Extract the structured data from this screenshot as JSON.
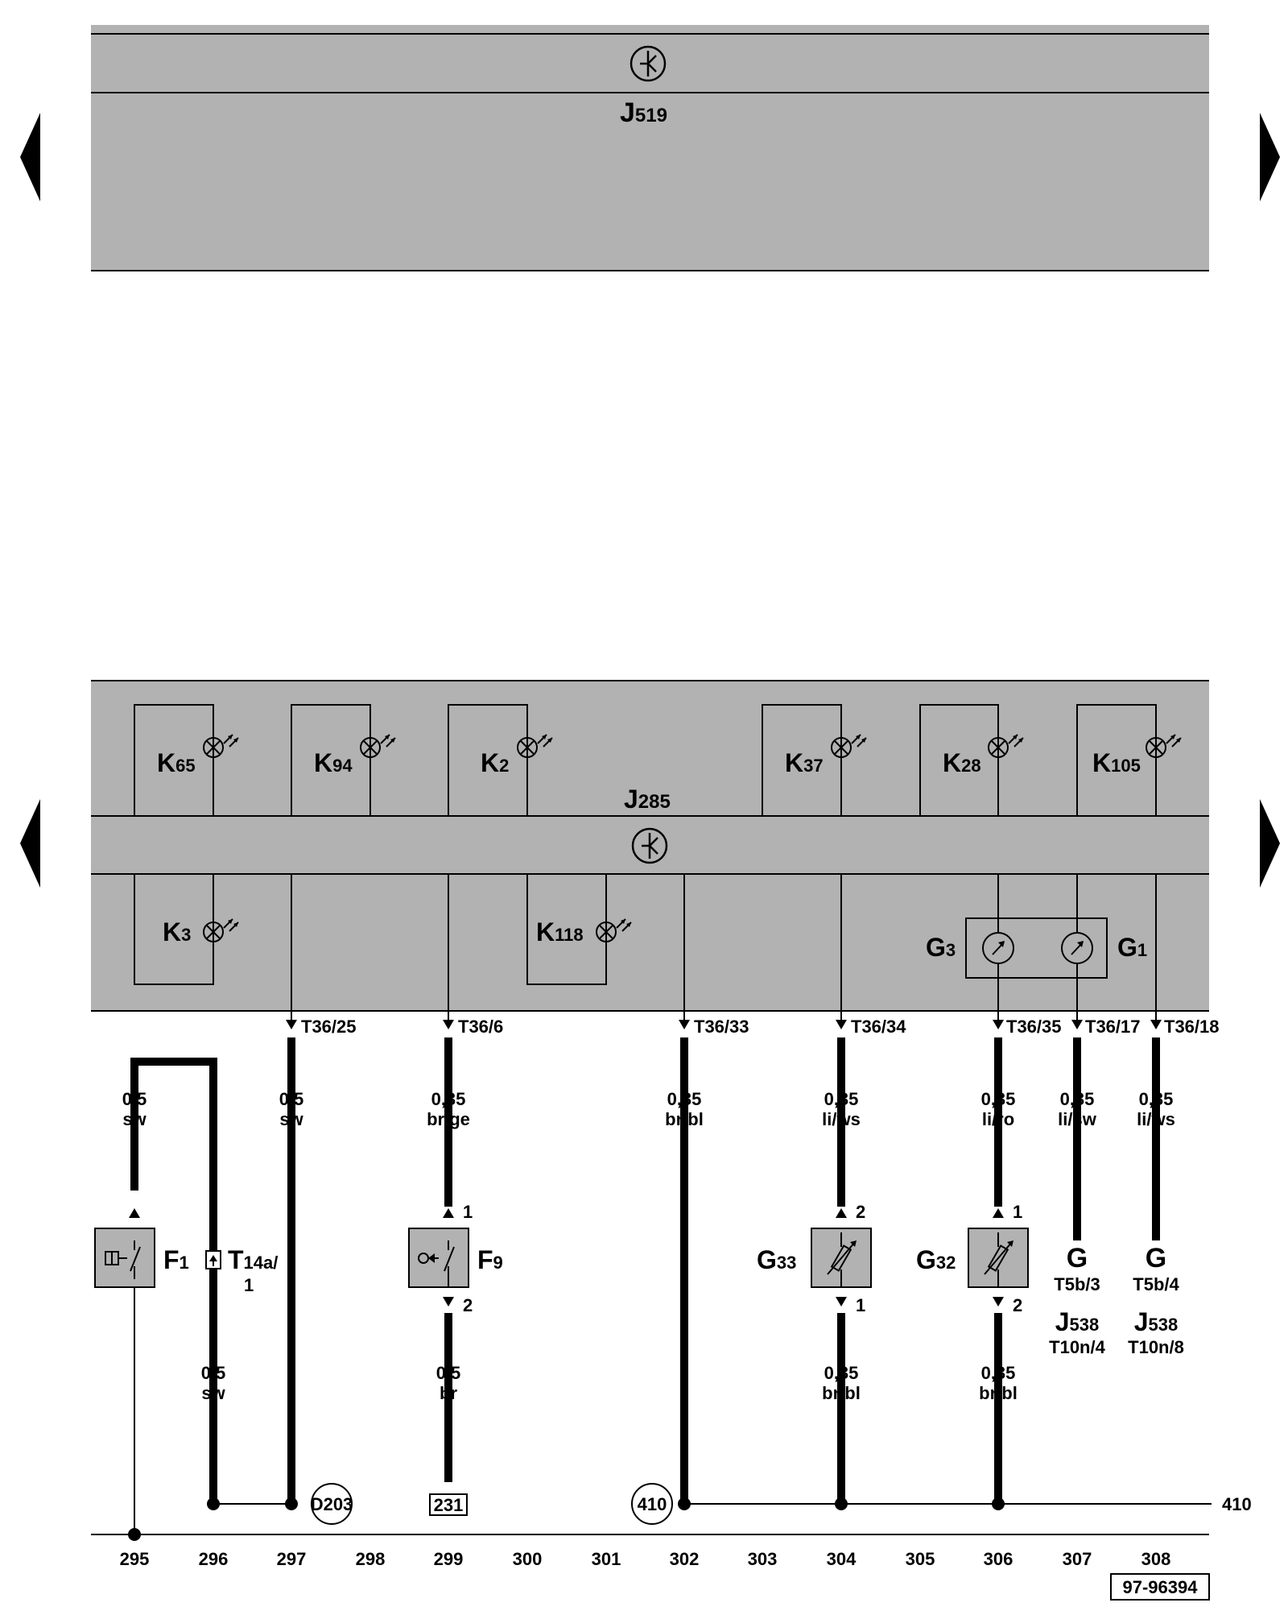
{
  "diagram": {
    "upper_unit": {
      "label": "J",
      "sub": "519"
    },
    "lower_unit": {
      "label": "J",
      "sub": "285"
    },
    "components": [
      {
        "id": "k65",
        "label": "K",
        "sub": "65"
      },
      {
        "id": "k94",
        "label": "K",
        "sub": "94"
      },
      {
        "id": "k2",
        "label": "K",
        "sub": "2"
      },
      {
        "id": "k37",
        "label": "K",
        "sub": "37"
      },
      {
        "id": "k28",
        "label": "K",
        "sub": "28"
      },
      {
        "id": "k105",
        "label": "K",
        "sub": "105"
      },
      {
        "id": "k3",
        "label": "K",
        "sub": "3"
      },
      {
        "id": "k118",
        "label": "K",
        "sub": "118"
      },
      {
        "id": "g3",
        "label": "G",
        "sub": "3"
      },
      {
        "id": "g1",
        "label": "G",
        "sub": "1"
      },
      {
        "id": "f1",
        "label": "F",
        "sub": "1"
      },
      {
        "id": "f9",
        "label": "F",
        "sub": "9"
      },
      {
        "id": "g33",
        "label": "G",
        "sub": "33"
      },
      {
        "id": "g32",
        "label": "G",
        "sub": "32"
      },
      {
        "id": "t14a",
        "label": "T",
        "sub": "14a/",
        "pin": "1"
      }
    ],
    "connectors": [
      "T36/25",
      "T36/6",
      "T36/33",
      "T36/34",
      "T36/35",
      "T36/17",
      "T36/18"
    ],
    "wire_labels": [
      {
        "id": "w295",
        "size": "0,5",
        "color": "sw"
      },
      {
        "id": "w297",
        "size": "0,5",
        "color": "sw"
      },
      {
        "id": "w299",
        "size": "0,35",
        "color": "br/ge"
      },
      {
        "id": "w302",
        "size": "0,35",
        "color": "br/bl"
      },
      {
        "id": "w304",
        "size": "0,35",
        "color": "li/ws"
      },
      {
        "id": "w306",
        "size": "0,35",
        "color": "li/ro"
      },
      {
        "id": "w307",
        "size": "0,35",
        "color": "li/sw"
      },
      {
        "id": "w308",
        "size": "0,35",
        "color": "li/ws"
      },
      {
        "id": "w296b",
        "size": "0,5",
        "color": "sw"
      },
      {
        "id": "w299b",
        "size": "0,5",
        "color": "br"
      },
      {
        "id": "w304b",
        "size": "0,35",
        "color": "br/bl"
      },
      {
        "id": "w306b",
        "size": "0,35",
        "color": "br/bl"
      }
    ],
    "pins": [
      "1",
      "2",
      "2",
      "1",
      "1",
      "2"
    ],
    "gauge_refs": [
      {
        "id": "g307",
        "label": "G",
        "pin": "T5b/3",
        "unit": "J",
        "unit_sub": "538",
        "plug": "T10n/4"
      },
      {
        "id": "g308",
        "label": "G",
        "pin": "T5b/4",
        "unit": "J",
        "unit_sub": "538",
        "plug": "T10n/8"
      }
    ],
    "ground_points": [
      {
        "id": "d203",
        "label": "D203",
        "shape": "circle"
      },
      {
        "id": "r231",
        "label": "231",
        "shape": "box"
      },
      {
        "id": "r410",
        "label": "410",
        "shape": "circle"
      }
    ],
    "continuation": "410",
    "tracks": [
      "295",
      "296",
      "297",
      "298",
      "299",
      "300",
      "301",
      "302",
      "303",
      "304",
      "305",
      "306",
      "307",
      "308"
    ],
    "drawing_number": "97-96394"
  }
}
